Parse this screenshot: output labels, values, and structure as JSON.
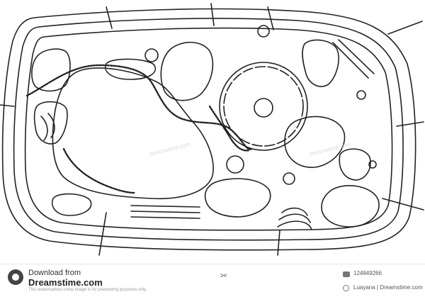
{
  "watermark": {
    "text": "dreamstime.com"
  },
  "footer": {
    "download_label": "Download from",
    "site_name": "Dreamstime.com",
    "note": "This watermarked comp image is for previewing purposes only.",
    "image_id": "124849266",
    "credit": "Luayana | Dreamstime.com"
  },
  "icons": {
    "logo": "dreamstime-logo-icon",
    "scissors": "scissors-icon",
    "id": "image-id-icon",
    "credit": "copyright-icon"
  }
}
